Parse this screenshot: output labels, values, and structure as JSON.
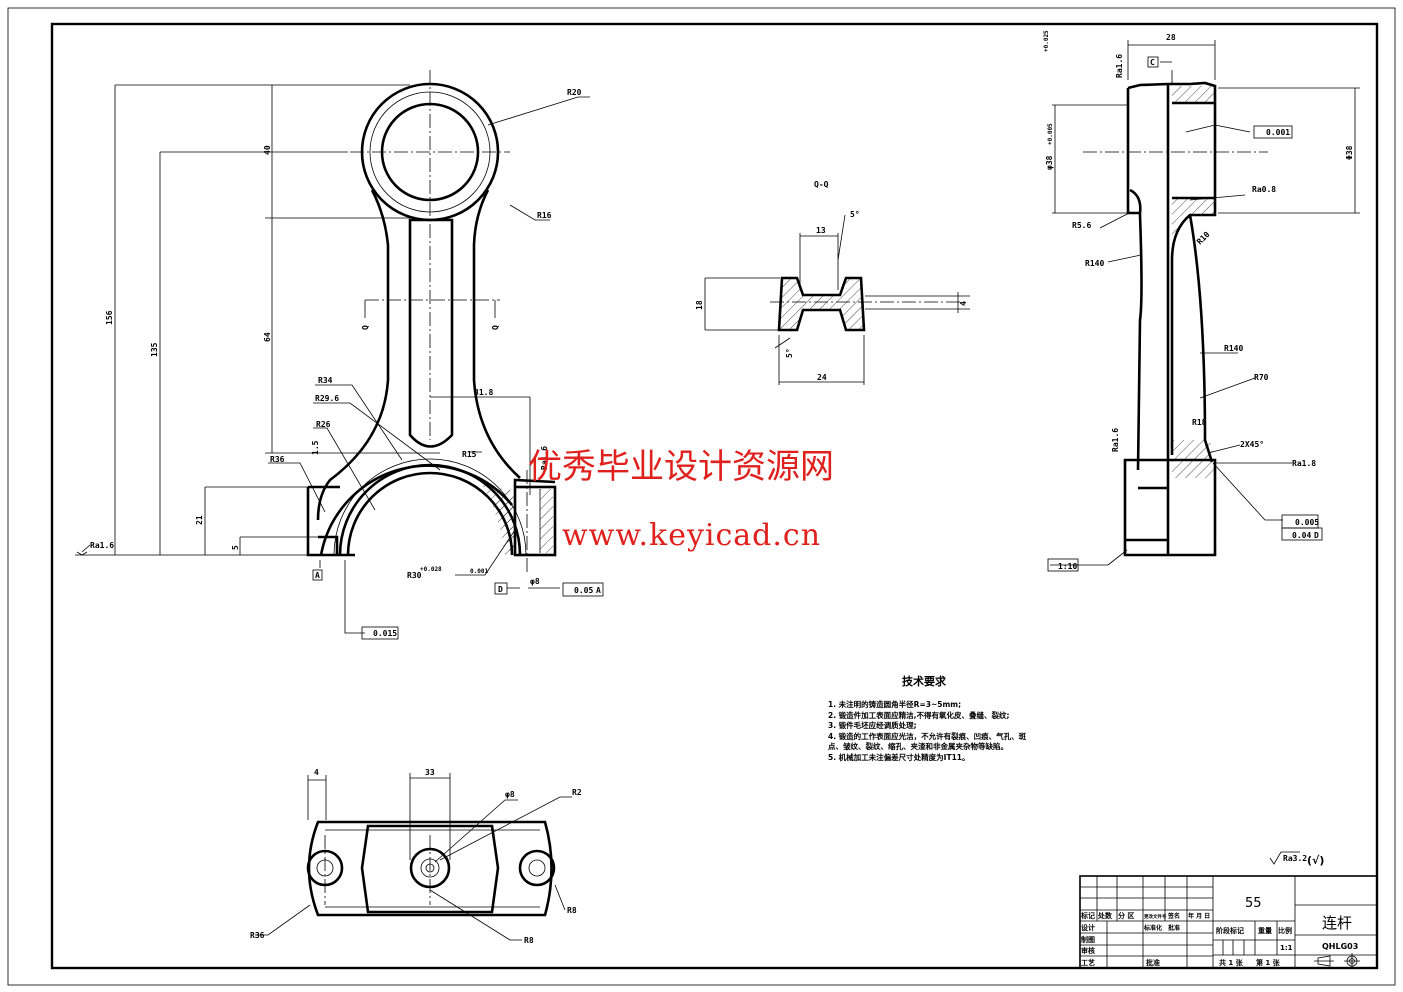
{
  "drawing": {
    "front_view": {
      "r_big": "R20",
      "r_fillet_top": "R16",
      "dim_40": "40",
      "dim_64": "64",
      "dim_156": "156",
      "dim_135": "135",
      "section_mark_left": "Q",
      "section_mark_right": "Q",
      "r34": "R34",
      "r29_6": "R29.6",
      "r26": "R26",
      "r36": "R36",
      "dim_1_5": "1.5",
      "dim_21": "21",
      "dim_5": "5",
      "dim_31_8": "31.8",
      "r15": "R15",
      "ra_right": "Ra1.6",
      "r30": "R30",
      "r30_tol": "+0.028",
      "tol_0_001": "0.001",
      "phi8": "φ8",
      "datum_d": "D",
      "tol_0_05": "0.05",
      "datum_a_ref": "A",
      "datum_a": "A",
      "tol_0_015": "0.015",
      "ra_left": "Ra1.6"
    },
    "section_view": {
      "title": "Q-Q",
      "dim_13": "13",
      "angle_top": "5°",
      "dim_18": "18",
      "dim_4": "4",
      "dim_24": "24",
      "angle_bottom": "5°"
    },
    "side_view": {
      "tol_top": "+0.025",
      "dim_28": "28",
      "datum_c": "C",
      "ra_top": "Ra1.6",
      "phi_bore": "φ38",
      "phi_bore_tol": "+0.005",
      "circ_tol": "0.001",
      "phi_outer": "Φ38",
      "ra_0_8": "Ra0.8",
      "r5_6": "R5.6",
      "r10": "R10",
      "r140_left": "R140",
      "r140_right": "R140",
      "r70": "R70",
      "r18": "R18",
      "chamfer": "2X45°",
      "ra_small_left": "Ra1.6",
      "ra_small_right": "Ra1.8",
      "tol_0_005": "0.005",
      "tol_0_04": "0.04",
      "datum_d_ref": "D",
      "taper": "1:10"
    },
    "bottom_view": {
      "dim_4": "4",
      "dim_33": "33",
      "phi8": "φ8",
      "r2": "R2",
      "r36": "R36",
      "r8_right": "R8",
      "r8_bottom": "R8"
    }
  },
  "watermark": {
    "cn": "优秀毕业设计资源网",
    "url": "www.keyicad.cn"
  },
  "tech_requirements": {
    "title": "技术要求",
    "items": [
      "1. 未注明的铸造圆角半径R=3~5mm;",
      "2. 锻造件加工表面应精洁,不得有氧化皮、叠缝、裂纹;",
      "3. 锻件毛坯应经调质处理;",
      "4. 锻造的工作表面应光洁，不允许有裂痕、凹痕、气孔、斑点、皱纹、裂纹、缩孔、夹渣和非金属夹杂物等缺陷。",
      "5. 机械加工未注偏差尺寸处精度为IT11。"
    ]
  },
  "roughness_note": {
    "value": "Ra3.2",
    "other": "(√)"
  },
  "title_block": {
    "material": "55",
    "part_name": "连杆",
    "drawing_no": "QHLG03",
    "headers": [
      "标记",
      "处数",
      "分 区",
      "更改文件号",
      "签名",
      "年 月 日"
    ],
    "design": "设计",
    "standardize": "标准化",
    "approve_sign": "批准",
    "draw": "制图",
    "check": "审核",
    "process": "工艺",
    "approve": "批准",
    "stage_mark": "阶段标记",
    "weight": "重量",
    "scale_label": "比例",
    "scale": "1:1",
    "sheets_total": "共 1 张",
    "sheet_no": "第 1 张"
  }
}
